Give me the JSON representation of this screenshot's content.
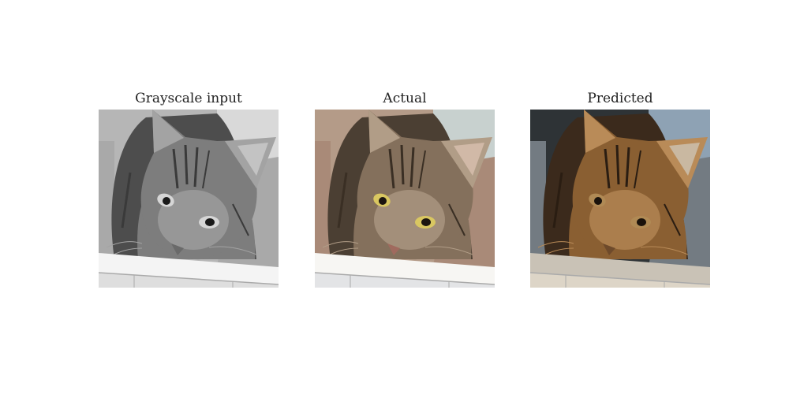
{
  "panels": [
    {
      "title": "Grayscale input"
    },
    {
      "title": "Actual"
    },
    {
      "title": "Predicted"
    }
  ],
  "palettes": {
    "grayscale": {
      "bg": "#b6b6b6",
      "box": "#a9a9a9",
      "top_right": "#d9d9d9",
      "fur_dark": "#4d4d4d",
      "fur_mid": "#7d7d7d",
      "fur_light": "#a3a3a3",
      "ear_inner": "#c3c3c3",
      "eye": "#d6d6d6",
      "pupil": "#1a1a1a",
      "nose": "#6a6a6a",
      "ledge": "#f4f4f4",
      "floor": "#dedede",
      "stripe": "#3a3a3a"
    },
    "actual": {
      "bg": "#b49b88",
      "box": "#a98a78",
      "top_right": "#c8d1cf",
      "fur_dark": "#4b3f33",
      "fur_mid": "#84705c",
      "fur_light": "#b19d87",
      "ear_inner": "#d1b9a7",
      "eye": "#d9c761",
      "pupil": "#1b1510",
      "nose": "#a06a5e",
      "ledge": "#f7f6f3",
      "floor": "#e3e4e6",
      "stripe": "#3a2f24"
    },
    "predicted": {
      "bg": "#2e3336",
      "box": "#737b82",
      "top_right": "#8ea2b4",
      "fur_dark": "#3b2a1c",
      "fur_mid": "#8a5f32",
      "fur_light": "#b98b58",
      "ear_inner": "#c9b8a1",
      "eye": "#b08a55",
      "pupil": "#1a120b",
      "nose": "#6e4a2b",
      "ledge": "#c9c2b6",
      "floor": "#ddd5c7",
      "stripe": "#2a1d12"
    }
  }
}
